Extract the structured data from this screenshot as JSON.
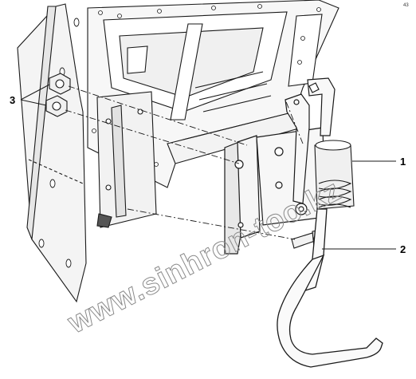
{
  "callouts": [
    {
      "id": "1",
      "label": "1"
    },
    {
      "id": "2",
      "label": "2"
    },
    {
      "id": "3",
      "label": "3"
    }
  ],
  "watermark": "www.sinhron-too.kz",
  "corner_mark": "43",
  "colors": {
    "line": "#1a1a1a",
    "panel_fill": "#f2f2f2",
    "watermark_stroke": "#8a8a8a"
  }
}
